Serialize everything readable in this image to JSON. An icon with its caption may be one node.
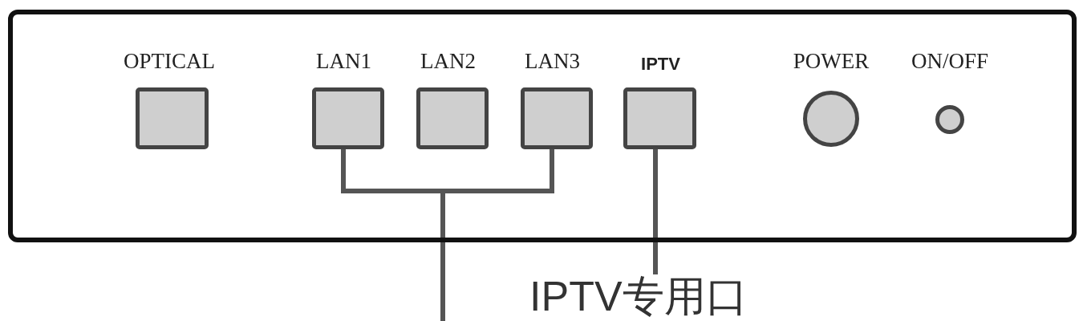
{
  "diagram": {
    "nodes": [
      {
        "text": [],
        "shape": "box"
      },
      {
        "text": [
          "OPTICAL"
        ],
        "in": 0
      },
      {
        "text": [
          "LAN1"
        ],
        "in": 0
      },
      {
        "text": [
          "LAN2"
        ],
        "in": 0
      },
      {
        "text": [
          "LAN3"
        ],
        "in": 0
      },
      {
        "text": [
          "IPTV"
        ],
        "in": 0
      },
      {
        "text": [
          "POWER"
        ],
        "in": 0
      },
      {
        "text": [
          "ON/OFF"
        ],
        "in": 0
      },
      {
        "text": [
          "IPTV专用口"
        ]
      }
    ],
    "edges": [
      {
        "from": 2,
        "to": null,
        "arrow": "none"
      },
      {
        "from": 4,
        "to": null,
        "arrow": "none"
      },
      {
        "from": 8,
        "to": 5,
        "arrow": "none"
      }
    ]
  }
}
